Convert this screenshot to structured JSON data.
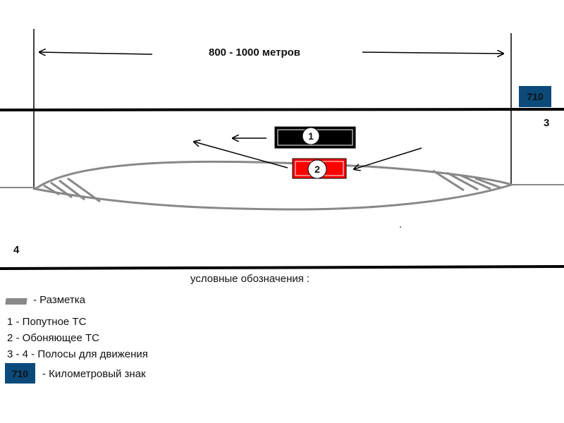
{
  "distance_label": "800 - 1000 метров",
  "km_sign_value": "710",
  "lane_3_label": "3",
  "lane_4_label": "4",
  "vehicles": [
    {
      "number": "1",
      "body_color": "#000000"
    },
    {
      "number": "2",
      "body_color": "#ff0000"
    }
  ],
  "legend": {
    "title": "условные обозначения :",
    "marking": "- Разметка",
    "vehicle_1": "1 - Попутное ТС",
    "vehicle_2": "2 - Обоняющее ТС",
    "lanes": "3 - 4 - Полосы для движения",
    "km_sign_value": "710",
    "km_sign": "- Километровый знак"
  },
  "colors": {
    "road_line": "#000000",
    "island_outline": "#888888",
    "hatch": "#888888",
    "km_sign_bg": "#0b4a7a",
    "vehicle_1": "#000000",
    "vehicle_2": "#ff0000"
  }
}
